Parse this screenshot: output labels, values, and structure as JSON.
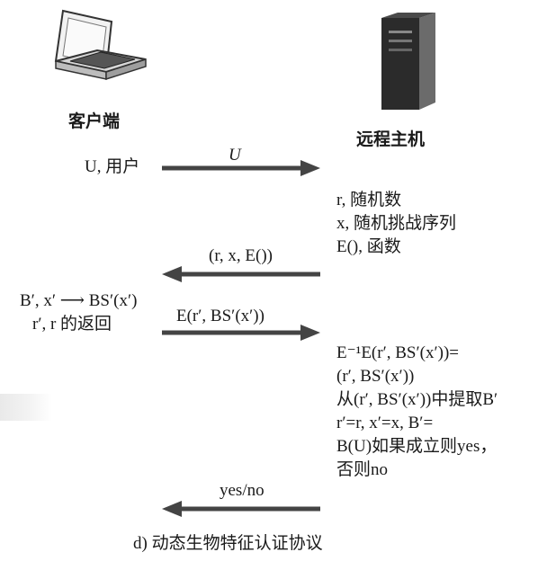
{
  "diagram": {
    "client_label": "客户端",
    "server_label": "远程主机",
    "msg1": {
      "left": "U, 用户",
      "arrow_label": "U"
    },
    "server_note1": [
      "r, 随机数",
      "x, 随机挑战序列",
      "E(), 函数"
    ],
    "msg2": {
      "arrow_label": "(r, x, E())"
    },
    "client_note": [
      "B′, x′ ⟶ BS′(x′)",
      "r′, r 的返回"
    ],
    "msg3": {
      "arrow_label": "E(r′, BS′(x′))"
    },
    "server_note2": [
      "E⁻¹E(r′, BS′(x′))=",
      "(r′, BS′(x′))",
      "从(r′, BS′(x′))中提取B′",
      "r′=r, x′=x, B′=",
      "B(U)如果成立则yes，",
      "否则no"
    ],
    "msg4": {
      "arrow_label": "yes/no"
    },
    "caption": "d) 动态生物特征认证协议"
  },
  "icons": {
    "client": "laptop-icon",
    "server": "server-tower-icon"
  }
}
